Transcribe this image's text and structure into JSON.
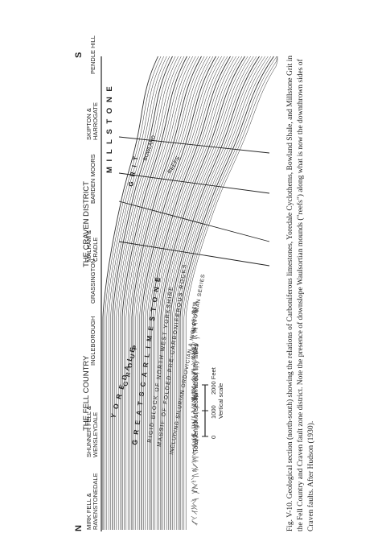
{
  "diagram": {
    "north": "N",
    "south": "S",
    "district_fell": "THE FELL COUNTRY",
    "district_craven": "THE CRAVEN DISTRICT",
    "locations": [
      "MIRK FELL &\nRAVENSTONEDALE",
      "SHUNNER FELL &\nWENSLEYDALE",
      "INGLEBOROUGH",
      "GRASSINGTON",
      "MALHAM &\nCRADLE",
      "BARDEN MOORS",
      "SKIPTON &\nHARROGATE",
      "PENDLE HILL"
    ],
    "formations": {
      "yoredale": "Y O R E D A L E",
      "group": "G R O U P",
      "great_scar": "G R E A T   S C A R   L I M E S T O N E",
      "millstone": "M I L L S T O N E",
      "grit": "G R I T",
      "bowland": "BOWLAND",
      "reefs": "REEFS"
    },
    "block_lines": [
      "RIGID  BLOCK  OF  NORTH  WEST  YORKSHIRE",
      "MASSIF  OF  FOLDED  PRE-CARBONIFEROUS  ROCKS",
      "INCLUDING  SILURIAN  ORDOVICIAN  &  INGLETONIAN  SERIES"
    ],
    "total_length": "Total length of section about fifty miles",
    "scale_ticks": [
      "0",
      "1000",
      "2000 Feet"
    ],
    "vertical_scale": "Vertical scale"
  },
  "caption": "Fig. V-10. Geological section (north-south) showing the relations of Carboniferous limestones, Yoredale Cyclothems, Bowland Shale, and Millstone Grit in the Fell Country and Craven fault zone district. Note the presence of downslope Waulsortian mounds (\"reefs\") along what is now the downthrown sides of Craven faults. After Hudson (1930)."
}
